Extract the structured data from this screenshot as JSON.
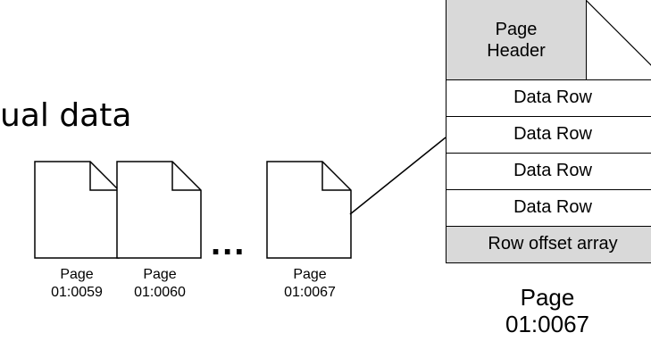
{
  "partial_title": "ual data",
  "pages": [
    {
      "label": "Page",
      "id": "01:0059"
    },
    {
      "label": "Page",
      "id": "01:0060"
    },
    {
      "label": "Page",
      "id": "01:0067"
    }
  ],
  "ellipsis": "...",
  "page_structure": {
    "header": "Page Header",
    "rows": [
      "Data Row",
      "Data Row",
      "Data Row",
      "Data Row"
    ],
    "row_offset": "Row offset array",
    "caption_label": "Page",
    "caption_id": "01:0067"
  }
}
